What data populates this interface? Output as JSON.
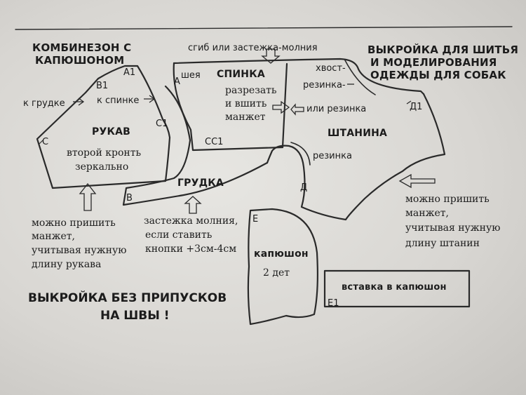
{
  "title_left": [
    "КОМБИНЕЗОН С",
    "КАПЮШОНОМ"
  ],
  "title_right": [
    "ВЫКРОЙКА ДЛЯ ШИТЬЯ",
    "И  МОДЕЛИРОВАНИЯ",
    "ОДЕЖДЫ ДЛЯ СОБАК"
  ],
  "fold_label": "сгиб или застежка-молния",
  "sleeve": {
    "name": "РУКАВ",
    "note": [
      "второй кронть",
      "зеркально"
    ],
    "to_chest": "к грудке",
    "to_back": "к спинке",
    "cuff_note": [
      "можно пришить",
      "манжет,",
      "учитывая нужную",
      "длину рукава"
    ]
  },
  "back": {
    "name": "СПИНКА",
    "neck": "шея",
    "note": [
      "разрезать",
      "и вшить",
      "манжет"
    ],
    "or_elastic": "или резинка"
  },
  "trouser": {
    "name": "ШТАНИНА",
    "tail": "хвост-",
    "elastic1": "резинка-",
    "elastic2": "резинка",
    "cuff_note": [
      "можно пришить",
      "манжет,",
      "учитывая нужную",
      "длину штанин"
    ]
  },
  "chest": {
    "name": "ГРУДКА",
    "zip_note": [
      "застежка молния,",
      "если ставить",
      "кнопки +3см-4см"
    ]
  },
  "hood": {
    "name": "капюшон",
    "count": "2 дет",
    "insert": "вставка в капюшон"
  },
  "points": {
    "A": "А",
    "A1": "А1",
    "B1": "В1",
    "C": "С",
    "C1": "С1",
    "CC1": "СС1",
    "B": "В",
    "D": "Д",
    "D1": "Д1",
    "E": "Е",
    "E1": "Е1"
  },
  "footer": [
    "ВЫКРОЙКА БЕЗ ПРИПУСКОВ",
    "НА ШВЫ !"
  ]
}
